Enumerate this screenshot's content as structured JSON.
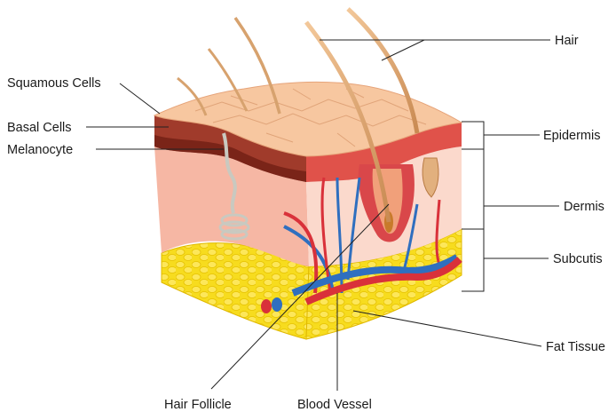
{
  "diagram": {
    "labels": {
      "hair": "Hair",
      "squamous_cells": "Squamous Cells",
      "basal_cells": "Basal Cells",
      "melanocyte": "Melanocyte",
      "epidermis": "Epidermis",
      "dermis": "Dermis",
      "subcutis": "Subcutis",
      "fat_tissue": "Fat Tissue",
      "hair_follicle": "Hair Follicle",
      "blood_vessel": "Blood Vessel"
    }
  }
}
